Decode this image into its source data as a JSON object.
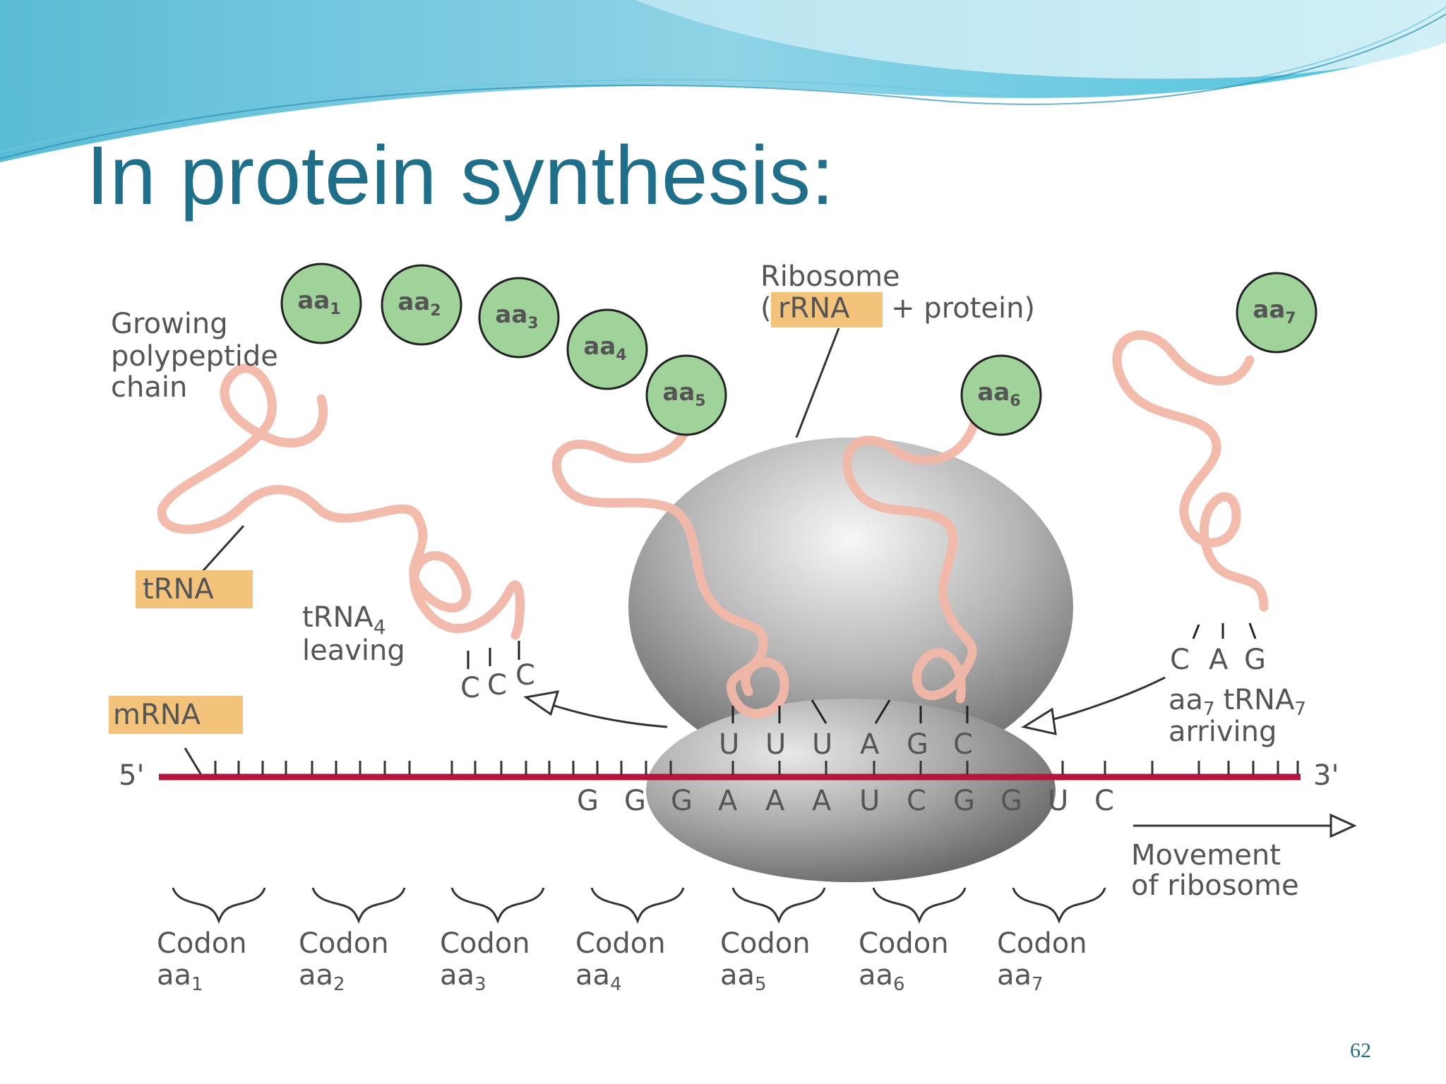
{
  "slide": {
    "title": "In protein synthesis:",
    "page_number": "62"
  },
  "diagram": {
    "ribosome_label_line1": "Ribosome",
    "ribosome_label_open": "(",
    "ribosome_label_rrna": "rRNA",
    "ribosome_label_rest": "+ protein)",
    "growing_chain": [
      "Growing",
      "polypeptide",
      "chain"
    ],
    "trna_tag": "tRNA",
    "trna4_leaving": {
      "main": "tRNA",
      "sub": "4",
      "line2": "leaving"
    },
    "mrna_tag": "mRNA",
    "five_prime": "5'",
    "three_prime": "3'",
    "leaving_anticodon": [
      "C",
      "C",
      "C"
    ],
    "arriving_anticodon": [
      "C",
      "A",
      "G"
    ],
    "aa7_arriving": {
      "aa": "aa",
      "aa_sub": "7",
      "trna": "tRNA",
      "trna_sub": "7",
      "line2": "arriving"
    },
    "ribosome_anticodons": [
      "U",
      "U",
      "U",
      "A",
      "G",
      "C"
    ],
    "mrna_sequence": [
      "G",
      "G",
      "G",
      "A",
      "A",
      "A",
      "U",
      "C",
      "G",
      "G",
      "U",
      "C"
    ],
    "movement": [
      "Movement",
      "of ribosome"
    ],
    "amino_acids": [
      {
        "base": "aa",
        "sub": "1"
      },
      {
        "base": "aa",
        "sub": "2"
      },
      {
        "base": "aa",
        "sub": "3"
      },
      {
        "base": "aa",
        "sub": "4"
      },
      {
        "base": "aa",
        "sub": "5"
      },
      {
        "base": "aa",
        "sub": "6"
      },
      {
        "base": "aa",
        "sub": "7"
      }
    ],
    "codons": [
      {
        "word": "Codon",
        "aa": "aa",
        "sub": "1"
      },
      {
        "word": "Codon",
        "aa": "aa",
        "sub": "2"
      },
      {
        "word": "Codon",
        "aa": "aa",
        "sub": "3"
      },
      {
        "word": "Codon",
        "aa": "aa",
        "sub": "4"
      },
      {
        "word": "Codon",
        "aa": "aa",
        "sub": "5"
      },
      {
        "word": "Codon",
        "aa": "aa",
        "sub": "6"
      },
      {
        "word": "Codon",
        "aa": "aa",
        "sub": "7"
      }
    ]
  },
  "colors": {
    "title": "#1f6f8b",
    "mrna_strand": "#b5163c",
    "amino_acid_fill": "#9fd39a",
    "trna_loop": "#f2b7a8",
    "highlight_tag": "#f3c27b",
    "ribosome": "#9a9a9a"
  }
}
